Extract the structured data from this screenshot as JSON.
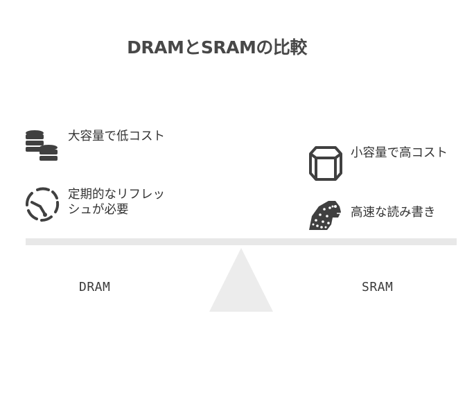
{
  "title": "DRAMとSRAMの比較",
  "dram": {
    "label": "DRAM",
    "features": [
      {
        "icon": "database-coins-icon",
        "text": "大容量で低コスト"
      },
      {
        "icon": "refresh-cycle-icon",
        "text": "定期的なリフレッシュが必要"
      }
    ]
  },
  "sram": {
    "label": "SRAM",
    "features": [
      {
        "icon": "hexagonal-prism-icon",
        "text": "小容量で高コスト"
      },
      {
        "icon": "cheetah-icon",
        "text": "高速な読み書き"
      }
    ]
  },
  "colors": {
    "beam": "#e8e8e8",
    "fulcrum": "#ececec",
    "icon": "#404040"
  }
}
